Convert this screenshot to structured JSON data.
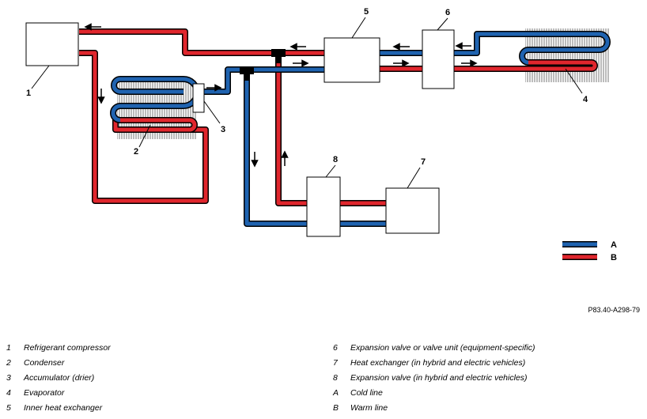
{
  "components": [
    {
      "number": "1",
      "name": "Refrigerant compressor"
    },
    {
      "number": "2",
      "name": "Condenser"
    },
    {
      "number": "3",
      "name": "Accumulator (drier)"
    },
    {
      "number": "4",
      "name": "Evaporator"
    },
    {
      "number": "5",
      "name": "Inner heat exchanger"
    },
    {
      "number": "6",
      "name": "Expansion valve or valve unit (equipment-specific)"
    },
    {
      "number": "7",
      "name": "Heat exchanger (in hybrid and electric vehicles)"
    },
    {
      "number": "8",
      "name": "Expansion valve (in hybrid and electric vehicles)"
    }
  ],
  "lines": [
    {
      "key": "A",
      "name": "Cold line",
      "color": "#1f63b0"
    },
    {
      "key": "B",
      "name": "Warm line",
      "color": "#e0262d"
    }
  ],
  "figure_ref": "P83.40-A298-79"
}
